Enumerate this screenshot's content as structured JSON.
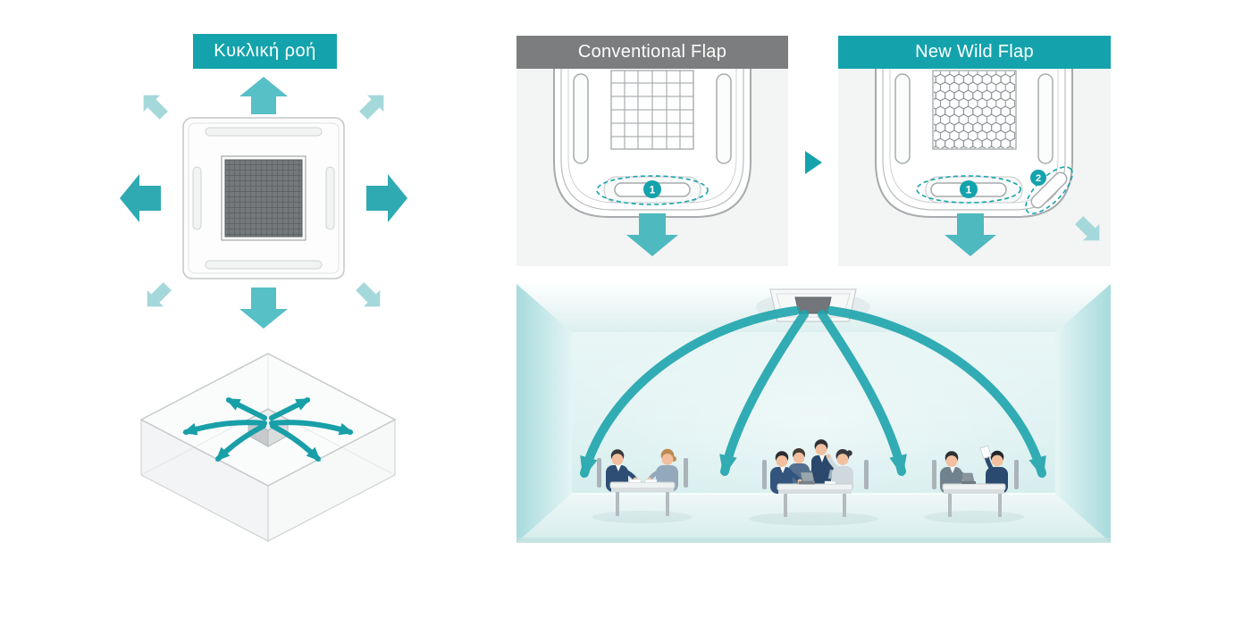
{
  "colors": {
    "teal": "#14a3ac",
    "teal_mid": "#57bfc6",
    "teal_light": "#a5d8db",
    "header_gray": "#7b7d7e",
    "panel_background": "#f3f4f4",
    "outline_gray": "#a6abad",
    "room_wall_teal": "#a8dbdd"
  },
  "circular_flow": {
    "label": "Κυκλική ροή"
  },
  "comparison": {
    "before": {
      "title": "Conventional Flap",
      "flap_marker": "1"
    },
    "after": {
      "title": "New Wild Flap",
      "flap_marker": "1",
      "corner_flap_marker": "2"
    },
    "transition_icon": "right-triangle-arrow"
  },
  "icons": {
    "flow_arrows": "block-arrows-8-directions",
    "airflow": "curved-teal-arrows",
    "transition": "right-triangle"
  }
}
